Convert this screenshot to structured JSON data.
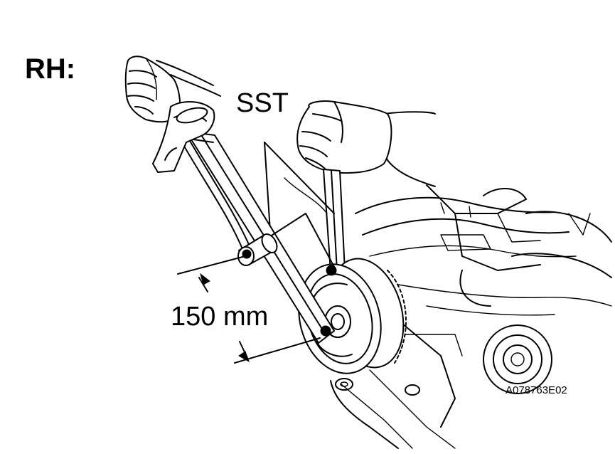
{
  "labels": {
    "side": "RH:",
    "tool": "SST",
    "dimension": "150 mm",
    "figure_code": "A078763E02"
  },
  "colors": {
    "ink": "#000000",
    "paper": "#ffffff"
  }
}
